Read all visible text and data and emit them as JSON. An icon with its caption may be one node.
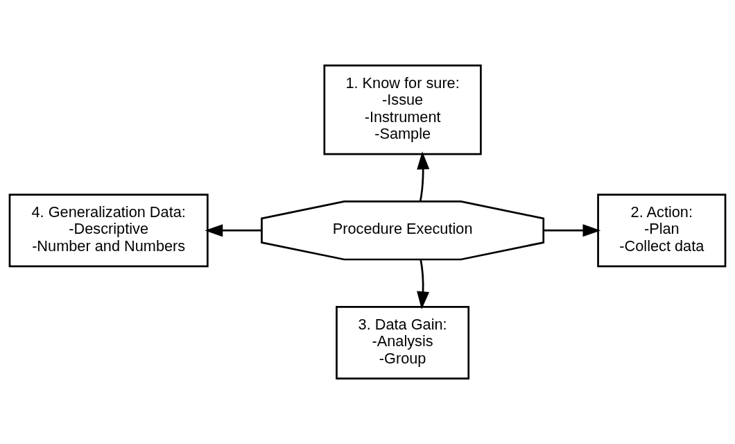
{
  "diagram": {
    "nodes": [
      {
        "text": [
          "1. Know for sure:",
          "-Issue",
          "-Instrument",
          "-Sample"
        ]
      },
      {
        "text": [
          "2. Action:",
          "-Plan",
          "-Collect data"
        ]
      },
      {
        "text": [
          "3. Data Gain:",
          "-Analysis",
          "-Group"
        ]
      },
      {
        "text": [
          "4. Generalization Data:",
          "-Descriptive",
          "-Number and Numbers"
        ]
      },
      {
        "text": [
          "Procedure Execution"
        ]
      }
    ],
    "edges": [
      {
        "from": 4,
        "to": 0,
        "arrow": "to"
      },
      {
        "from": 4,
        "to": 1,
        "arrow": "to"
      },
      {
        "from": 4,
        "to": 2,
        "arrow": "to"
      },
      {
        "from": 4,
        "to": 3,
        "arrow": "to"
      }
    ]
  }
}
